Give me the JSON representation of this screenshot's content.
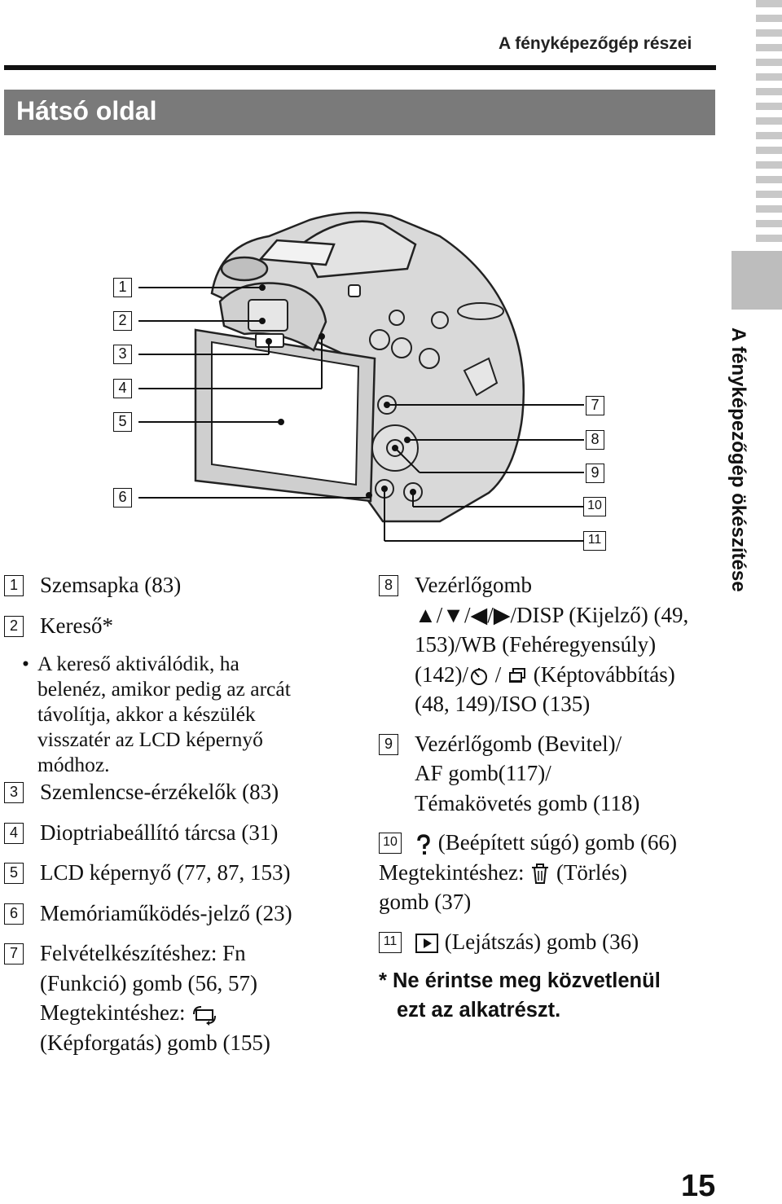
{
  "header": {
    "section_title": "A fényképezőgép részei"
  },
  "page": {
    "heading": "Hátsó oldal",
    "number": "15"
  },
  "side_tab": {
    "label": "A fényképezőgép ökészítése"
  },
  "icons": [
    "rotate-icon",
    "self-timer-icon",
    "drive-mode-icon",
    "help-icon",
    "trash-icon",
    "play-icon"
  ],
  "callouts_left": [
    "1",
    "2",
    "3",
    "4",
    "5",
    "6"
  ],
  "callouts_right": [
    "7",
    "8",
    "9",
    "10",
    "11"
  ],
  "items": {
    "i1": {
      "num": "1",
      "text": "Szemsapka (83)"
    },
    "i2": {
      "num": "2",
      "text": "Kereső*",
      "bullet": "A kereső aktiválódik, ha belenéz, amikor pedig az arcát távolítja, akkor a készülék visszatér az LCD képernyő módhoz."
    },
    "i3": {
      "num": "3",
      "text": "Szemlencse-érzékelők (83)"
    },
    "i4": {
      "num": "4",
      "text": "Dioptriabeállító tárcsa (31)"
    },
    "i5": {
      "num": "5",
      "text": "LCD képernyő (77, 87, 153)"
    },
    "i6": {
      "num": "6",
      "text": "Memóriaműködés-jelző (23)"
    },
    "i7": {
      "num": "7",
      "line1": "Felvételkészítéshez: Fn",
      "line2": "(Funkció) gomb (56, 57)",
      "line3": "Megtekintéshez:",
      "line4": "(Képforgatás) gomb (155)"
    },
    "i8": {
      "num": "8",
      "line1": "Vezérlőgomb",
      "line2": "▲/▼/◀/▶/DISP (Kijelző) (49,",
      "line3": "153)/WB (Fehéregyensúly)",
      "line4a": "(142)/",
      "line4b": "/",
      "line4c": "(Képtovábbítás)",
      "line5": "(48, 149)/ISO (135)"
    },
    "i9": {
      "num": "9",
      "line1": "Vezérlőgomb (Bevitel)/",
      "line2": "AF gomb(117)/",
      "line3": "Témakövetés gomb (118)"
    },
    "i10": {
      "num": "10",
      "line1": "(Beépített súgó) gomb (66)",
      "line2a": "Megtekintéshez:",
      "line2b": "(Törlés)",
      "line3": "gomb (37)"
    },
    "i11": {
      "num": "11",
      "line1": "(Lejátszás) gomb (36)"
    }
  },
  "note": {
    "line1": "* Ne érintse meg közvetlenül",
    "line2": "ezt az alkatrészt."
  }
}
